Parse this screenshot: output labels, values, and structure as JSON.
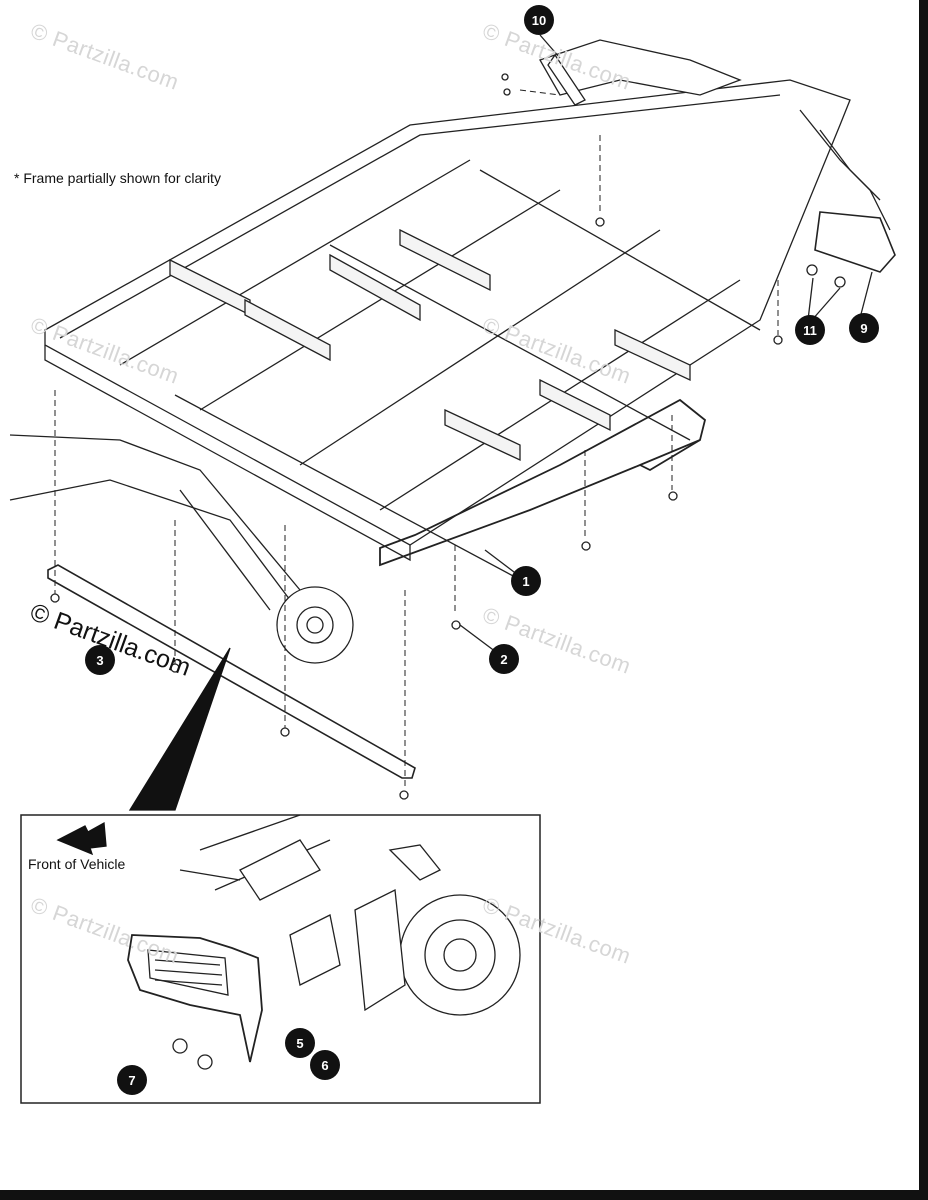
{
  "note": "* Frame partially shown for clarity",
  "front_label": "Front of Vehicle",
  "watermark": "© Partzilla.com",
  "watermark_inline": "© Partzilla.com",
  "callouts": [
    "10",
    "11",
    "9",
    "1",
    "2",
    "3",
    "5",
    "6",
    "7"
  ]
}
